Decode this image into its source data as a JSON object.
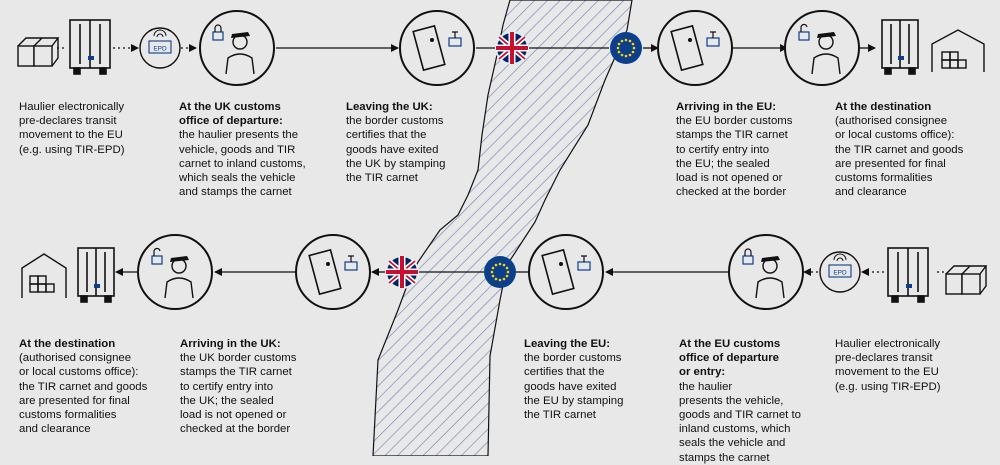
{
  "colors": {
    "background": "#e8e8e8",
    "border_hatch": "#6d88b8",
    "eu_blue": "#0b3f8c",
    "eu_gold": "#ffd200",
    "uk_red": "#c8102e",
    "uk_blue": "#012169"
  },
  "top_row": [
    {
      "title": "",
      "body": "Haulier electronically\npre-declares transit\nmovement to the EU\n(e.g. using TIR-EPD)"
    },
    {
      "title": "At the UK customs\noffice of departure:",
      "body": "the haulier presents the\nvehicle, goods and TIR\ncarnet to inland customs,\nwhich seals the vehicle\nand stamps the carnet"
    },
    {
      "title": "Leaving the UK:",
      "body": "the border customs\ncertifies that the\ngoods have exited\nthe UK by stamping\nthe TIR carnet"
    },
    {
      "title": "Arriving in the EU:",
      "body": "the EU border customs\nstamps the TIR carnet\nto certify entry into\nthe EU; the sealed\nload is not opened or\nchecked at the border"
    },
    {
      "title": "At the destination",
      "body": "(authorised consignee\nor local customs office):\nthe TIR carnet and goods\nare presented for final\ncustoms formalities\nand clearance"
    }
  ],
  "bottom_row": [
    {
      "title": "At the destination",
      "body": "(authorised consignee\nor local customs office):\nthe TIR carnet and goods\nare presented for final\ncustoms formalities\nand clearance"
    },
    {
      "title": "Arriving in the UK:",
      "body": "the UK border customs\nstamps the TIR carnet\nto certify entry into\nthe UK; the sealed\nload is not opened or\nchecked at the border"
    },
    {
      "title": "Leaving the EU:",
      "body": "the border customs\ncertifies that the\ngoods have exited\nthe EU by stamping\nthe TIR carnet"
    },
    {
      "title": "At the EU customs\noffice of departure\nor entry:",
      "body": "the haulier\npresents the vehicle,\ngoods and TIR carnet to\ninland customs, which\nseals the vehicle and\nstamps the carnet"
    },
    {
      "title": "",
      "body": "Haulier electronically\npre-declares transit\nmovement to the EU\n(e.g. using TIR-EPD)"
    }
  ],
  "icons": {
    "epd_label": "EPD"
  }
}
